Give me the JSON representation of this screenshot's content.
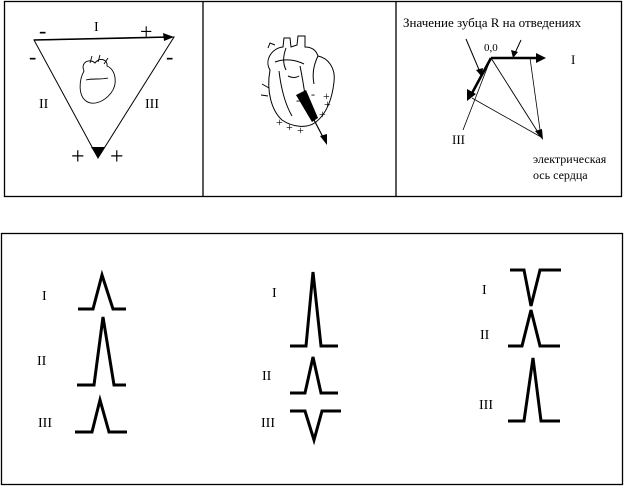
{
  "panel1": {
    "lead_I": "I",
    "lead_II": "II",
    "lead_III": "III",
    "sign_top_left": "-",
    "sign_top_right": "+",
    "sign_left": "-",
    "sign_right": "-",
    "sign_bottom_left": "+",
    "sign_bottom_right": "+"
  },
  "panel2": {
    "signs": [
      "-",
      "-",
      "+",
      "+",
      "+",
      "+",
      "+",
      "+"
    ]
  },
  "panel3": {
    "caption": "Значение зубца R на отведениях",
    "origin": "0,0",
    "lead_I": "I",
    "lead_III": "III",
    "axis_label_line1": "электрическая",
    "axis_label_line2": "ось сердца"
  },
  "ecg": {
    "column1": [
      "I",
      "II",
      "III"
    ],
    "column2": [
      "I",
      "II",
      "III"
    ],
    "column3": [
      "I",
      "II",
      "III"
    ]
  }
}
